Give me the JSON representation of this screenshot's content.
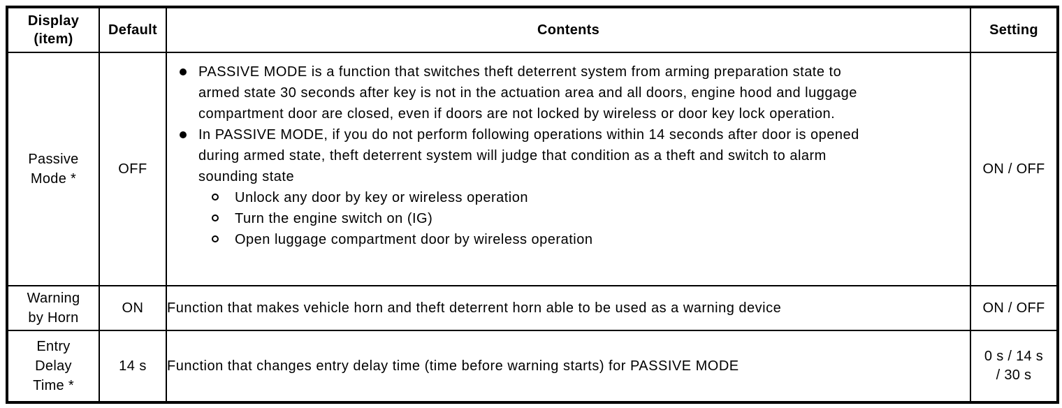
{
  "header": {
    "display_item_lines": [
      "Display",
      "(item)"
    ],
    "default": "Default",
    "contents": "Contents",
    "setting": "Setting"
  },
  "rows": [
    {
      "display_lines": [
        "Passive",
        "Mode *"
      ],
      "default": "OFF",
      "bullets": [
        {
          "text": "PASSIVE MODE is a function that switches theft deterrent system from arming preparation state to armed state 30 seconds after key is not in the actuation area and all doors, engine hood and luggage compartment door are closed, even if doors are not locked by wireless or door key lock operation.",
          "sub_items": []
        },
        {
          "text": "In PASSIVE MODE, if you do not perform following operations within 14 seconds after door is opened during armed state, theft deterrent system will judge that condition as a theft and switch to alarm sounding state",
          "sub_items": [
            "Unlock any door by key or wireless operation",
            "Turn the engine switch on (IG)",
            "Open luggage compartment door by wireless operation"
          ]
        }
      ],
      "setting_lines": [
        "ON / OFF"
      ]
    },
    {
      "display_lines": [
        "Warning",
        "by Horn"
      ],
      "default": "ON",
      "text": "Function that makes vehicle horn and theft deterrent horn able to be used as a warning device",
      "setting_lines": [
        "ON / OFF"
      ]
    },
    {
      "display_lines": [
        "Entry",
        "Delay",
        "Time *"
      ],
      "default": "14 s",
      "text": "Function that changes entry delay time (time before warning starts) for PASSIVE MODE",
      "setting_lines": [
        "0 s / 14 s",
        "/ 30 s"
      ]
    }
  ],
  "icons": {
    "bullet": "filled-circle",
    "sub_bullet": "open-circle"
  },
  "colors": {
    "border": "#000000",
    "text": "#000000",
    "background": "#ffffff"
  }
}
